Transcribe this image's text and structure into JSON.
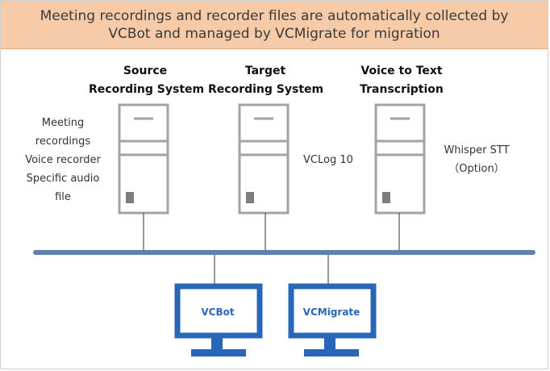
{
  "banner": {
    "line1": "Meeting recordings and recorder files are automatically collected by",
    "line2": "VCBot and managed by VCMigrate for migration"
  },
  "servers": [
    {
      "title1": "Source",
      "title2": "Recording System"
    },
    {
      "title1": "Target",
      "title2": "Recording System"
    },
    {
      "title1": "Voice to Text",
      "title2": "Transcription"
    }
  ],
  "source_notes": [
    "Meeting",
    "recordings",
    "Voice recorder",
    "Specific audio",
    "file"
  ],
  "target_note": "VCLog 10",
  "stt_note": {
    "line1": "Whisper STT",
    "line2": "（Option）"
  },
  "monitors": [
    {
      "label": "VCBot"
    },
    {
      "label": "VCMigrate"
    }
  ],
  "colors": {
    "banner_bg": "#f8cba8",
    "server_stroke": "#a3a3a3",
    "bus": "#5b82b0",
    "monitor": "#2a66b8"
  }
}
